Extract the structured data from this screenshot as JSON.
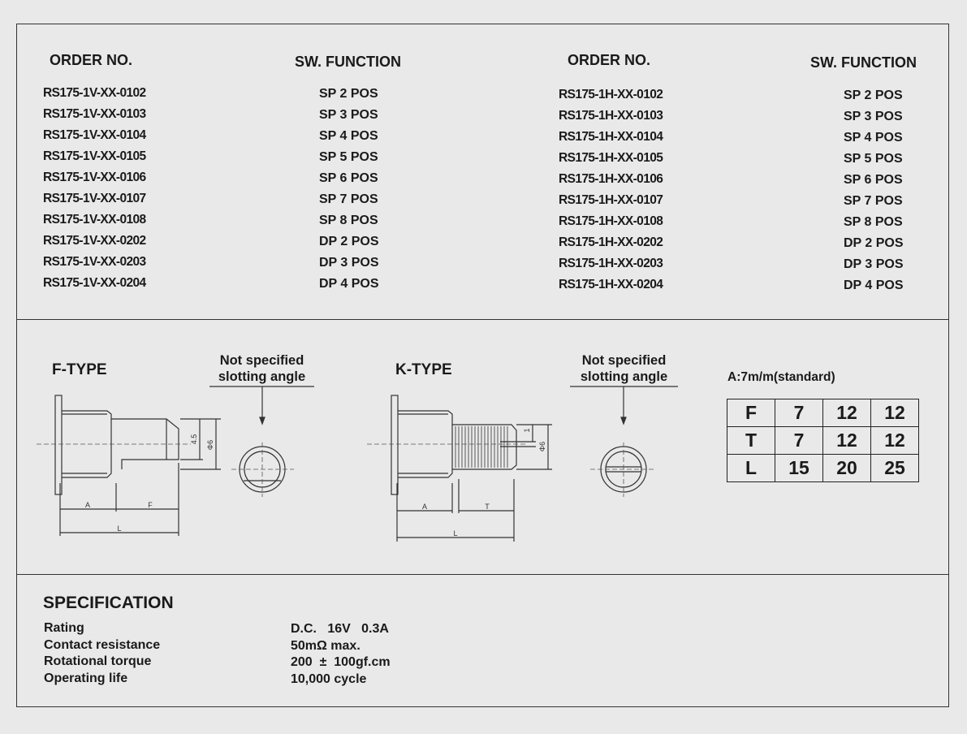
{
  "order_table": {
    "left": {
      "order_header": "ORDER NO.",
      "function_header": "SW. FUNCTION",
      "rows": [
        {
          "order": "RS175-1V-XX-0102",
          "function": "SP 2 POS"
        },
        {
          "order": "RS175-1V-XX-0103",
          "function": "SP 3 POS"
        },
        {
          "order": "RS175-1V-XX-0104",
          "function": "SP 4 POS"
        },
        {
          "order": "RS175-1V-XX-0105",
          "function": "SP 5 POS"
        },
        {
          "order": "RS175-1V-XX-0106",
          "function": "SP 6 POS"
        },
        {
          "order": "RS175-1V-XX-0107",
          "function": "SP 7 POS"
        },
        {
          "order": "RS175-1V-XX-0108",
          "function": "SP 8 POS"
        },
        {
          "order": "RS175-1V-XX-0202",
          "function": "DP 2 POS"
        },
        {
          "order": "RS175-1V-XX-0203",
          "function": "DP 3 POS"
        },
        {
          "order": "RS175-1V-XX-0204",
          "function": "DP 4 POS"
        }
      ]
    },
    "right": {
      "order_header": "ORDER NO.",
      "function_header": "SW. FUNCTION",
      "rows": [
        {
          "order": "RS175-1H-XX-0102",
          "function": "SP 2 POS"
        },
        {
          "order": "RS175-1H-XX-0103",
          "function": "SP 3 POS"
        },
        {
          "order": "RS175-1H-XX-0104",
          "function": "SP 4 POS"
        },
        {
          "order": "RS175-1H-XX-0105",
          "function": "SP 5 POS"
        },
        {
          "order": "RS175-1H-XX-0106",
          "function": "SP 6 POS"
        },
        {
          "order": "RS175-1H-XX-0107",
          "function": "SP 7 POS"
        },
        {
          "order": "RS175-1H-XX-0108",
          "function": "SP 8 POS"
        },
        {
          "order": "RS175-1H-XX-0202",
          "function": "DP 2 POS"
        },
        {
          "order": "RS175-1H-XX-0203",
          "function": "DP 3 POS"
        },
        {
          "order": "RS175-1H-XX-0204",
          "function": "DP 4 POS"
        }
      ]
    }
  },
  "drawings": {
    "f_type": {
      "title": "F-TYPE",
      "note_line1": "Not specified",
      "note_line2": "slotting angle",
      "dim_a": "A",
      "dim_f": "F",
      "dim_l": "L",
      "dim_small": "4.5",
      "dim_dia": "Φ6"
    },
    "k_type": {
      "title": "K-TYPE",
      "note_line1": "Not specified",
      "note_line2": "slotting angle",
      "dim_a": "A",
      "dim_t": "T",
      "dim_l": "L",
      "dim_small": "1",
      "dim_dia": "Φ6"
    },
    "standard_note": "A:7m/m(standard)",
    "dimension_table": [
      [
        "F",
        "7",
        "12",
        "12"
      ],
      [
        "T",
        "7",
        "12",
        "12"
      ],
      [
        "L",
        "15",
        "20",
        "25"
      ]
    ]
  },
  "specification": {
    "title": "SPECIFICATION",
    "rows": [
      {
        "label": "Rating",
        "value": "D.C.   16V   0.3A"
      },
      {
        "label": "Contact resistance",
        "value": "50mΩ max."
      },
      {
        "label": "Rotational torque",
        "value": "200  ±  100gf.cm"
      },
      {
        "label": "Operating life",
        "value": "10,000 cycle"
      }
    ]
  }
}
